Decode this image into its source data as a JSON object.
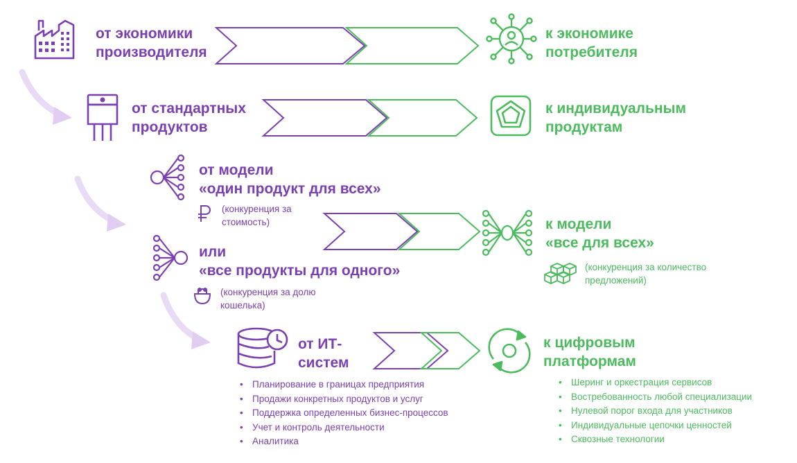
{
  "colors": {
    "purple": "#7a3fb0",
    "green": "#4cbb5e",
    "arrow_light": "#e4d3f2"
  },
  "rows": [
    {
      "from": {
        "lines": [
          "от экономики",
          "производителя"
        ],
        "icon": "factory-icon"
      },
      "to": {
        "lines": [
          "к экономике",
          "потребителя"
        ],
        "icon": "consumer-network-icon"
      }
    },
    {
      "from": {
        "lines": [
          "от стандартных",
          "продуктов"
        ],
        "icon": "standard-product-icon"
      },
      "to": {
        "lines": [
          "к индивидуальным",
          "продуктам"
        ],
        "icon": "individual-product-icon"
      }
    },
    {
      "from": {
        "lines": [
          "от модели",
          "«один продукт для всех»"
        ],
        "icon": "one-to-many-icon",
        "note": [
          "(конкуренция за",
          "стоимость)"
        ],
        "note_icon": "ruble-icon",
        "alt_lines": [
          "или",
          "«все продукты для одного»"
        ],
        "alt_icon": "many-to-one-icon",
        "alt_note": [
          "(конкуренция за долю",
          "кошелька)"
        ],
        "alt_note_icon": "wallet-icon"
      },
      "to": {
        "lines": [
          "к модели",
          "«все для всех»"
        ],
        "icon": "many-to-many-icon",
        "note": [
          "(конкуренция за количество",
          "предложений)"
        ],
        "note_icon": "cubes-icon"
      }
    },
    {
      "from": {
        "lines": [
          "от ИТ-",
          "систем"
        ],
        "icon": "database-clock-icon",
        "bullets": [
          "Планирование в границах предприятия",
          "Продажи конкретных продуктов и услуг",
          "Поддержка определенных бизнес-процессов",
          "Учет и контроль деятельности",
          "Аналитика"
        ]
      },
      "to": {
        "lines": [
          "к цифровым",
          "платформам"
        ],
        "icon": "platform-cycle-icon",
        "bullets": [
          "Шеринг и оркестрация сервисов",
          "Востребованность любой специализации",
          "Нулевой порог входа для участников",
          "Индивидуальные цепочки ценностей",
          "Сквозные технологии"
        ]
      }
    }
  ]
}
